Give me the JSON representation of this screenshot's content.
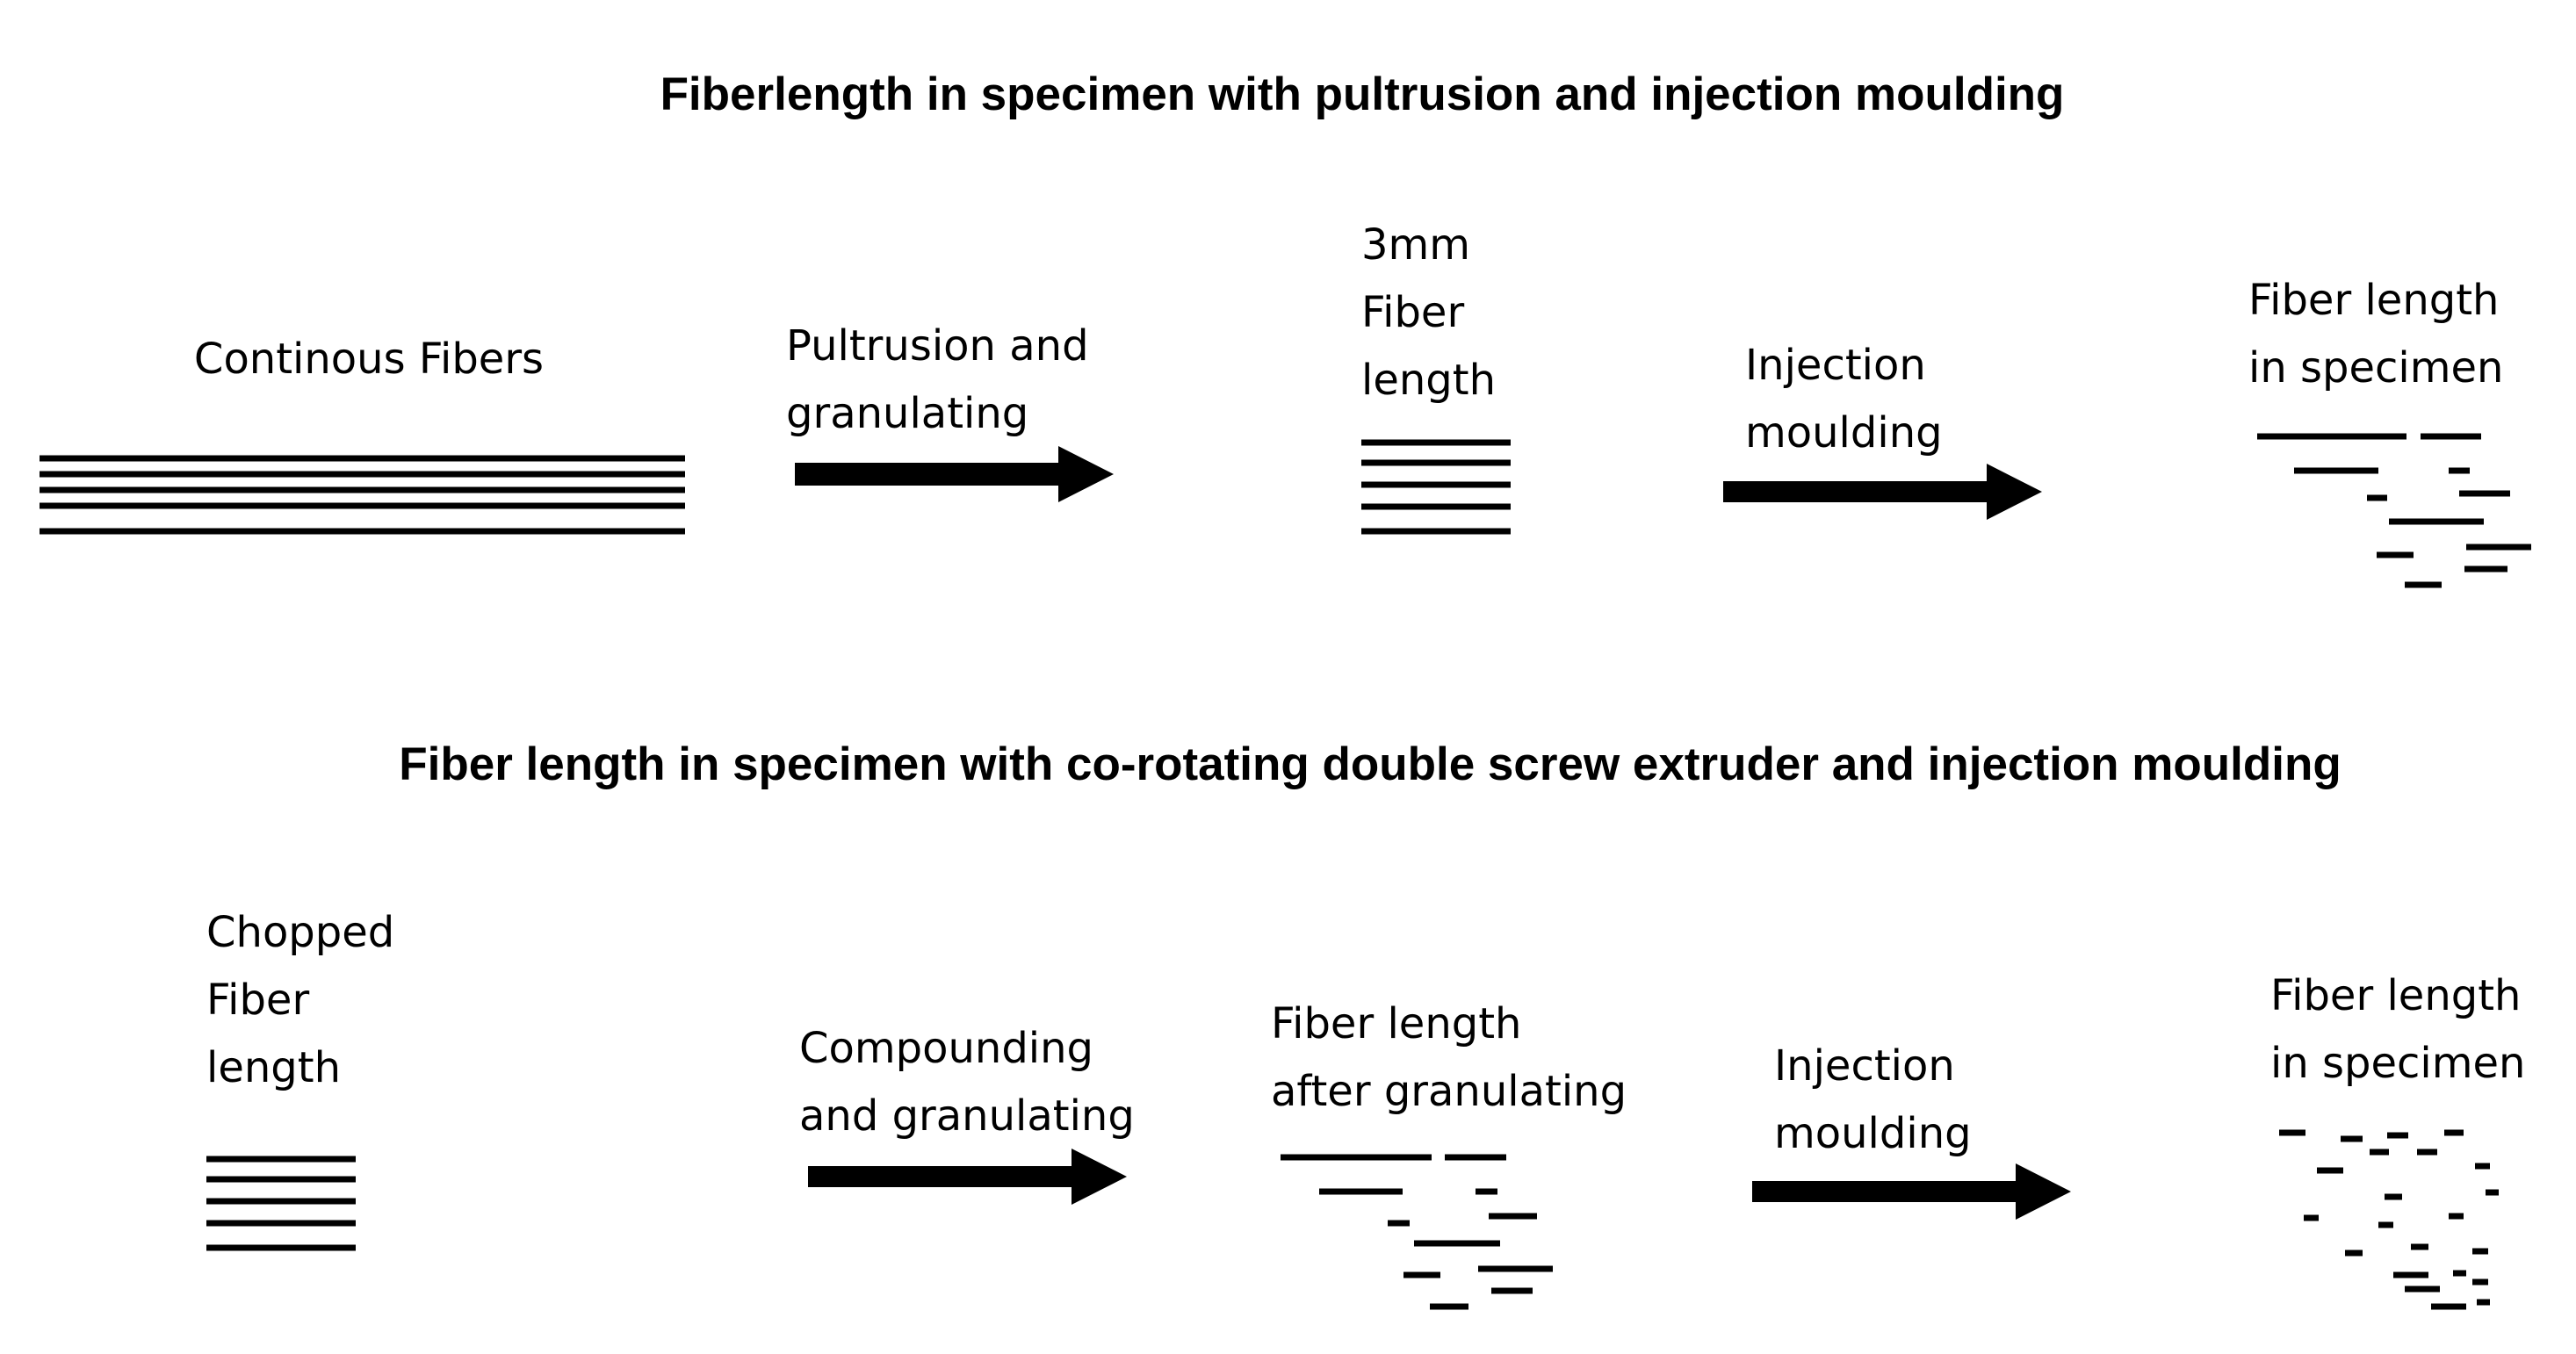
{
  "colors": {
    "ink": "#000000",
    "background": "#ffffff"
  },
  "section1": {
    "title": "Fiberlength in specimen with pultrusion and injection moulding",
    "start_label": "Continous Fibers",
    "step1_label": [
      "Pultrusion and",
      "granulating"
    ],
    "intermediate_label": [
      "3mm",
      "Fiber",
      "length"
    ],
    "step2_label": [
      "Injection",
      "moulding"
    ],
    "end_label": [
      "Fiber length",
      "in specimen"
    ]
  },
  "section2": {
    "title": "Fiber length in specimen with co-rotating double screw extruder and injection moulding",
    "start_label": [
      "Chopped",
      "Fiber",
      "length"
    ],
    "step1_label": [
      "Compounding",
      "and granulating"
    ],
    "intermediate_label": [
      "Fiber length",
      "after granulating"
    ],
    "step2_label": [
      "Injection",
      "moulding"
    ],
    "end_label": [
      "Fiber length",
      "in specimen"
    ]
  }
}
